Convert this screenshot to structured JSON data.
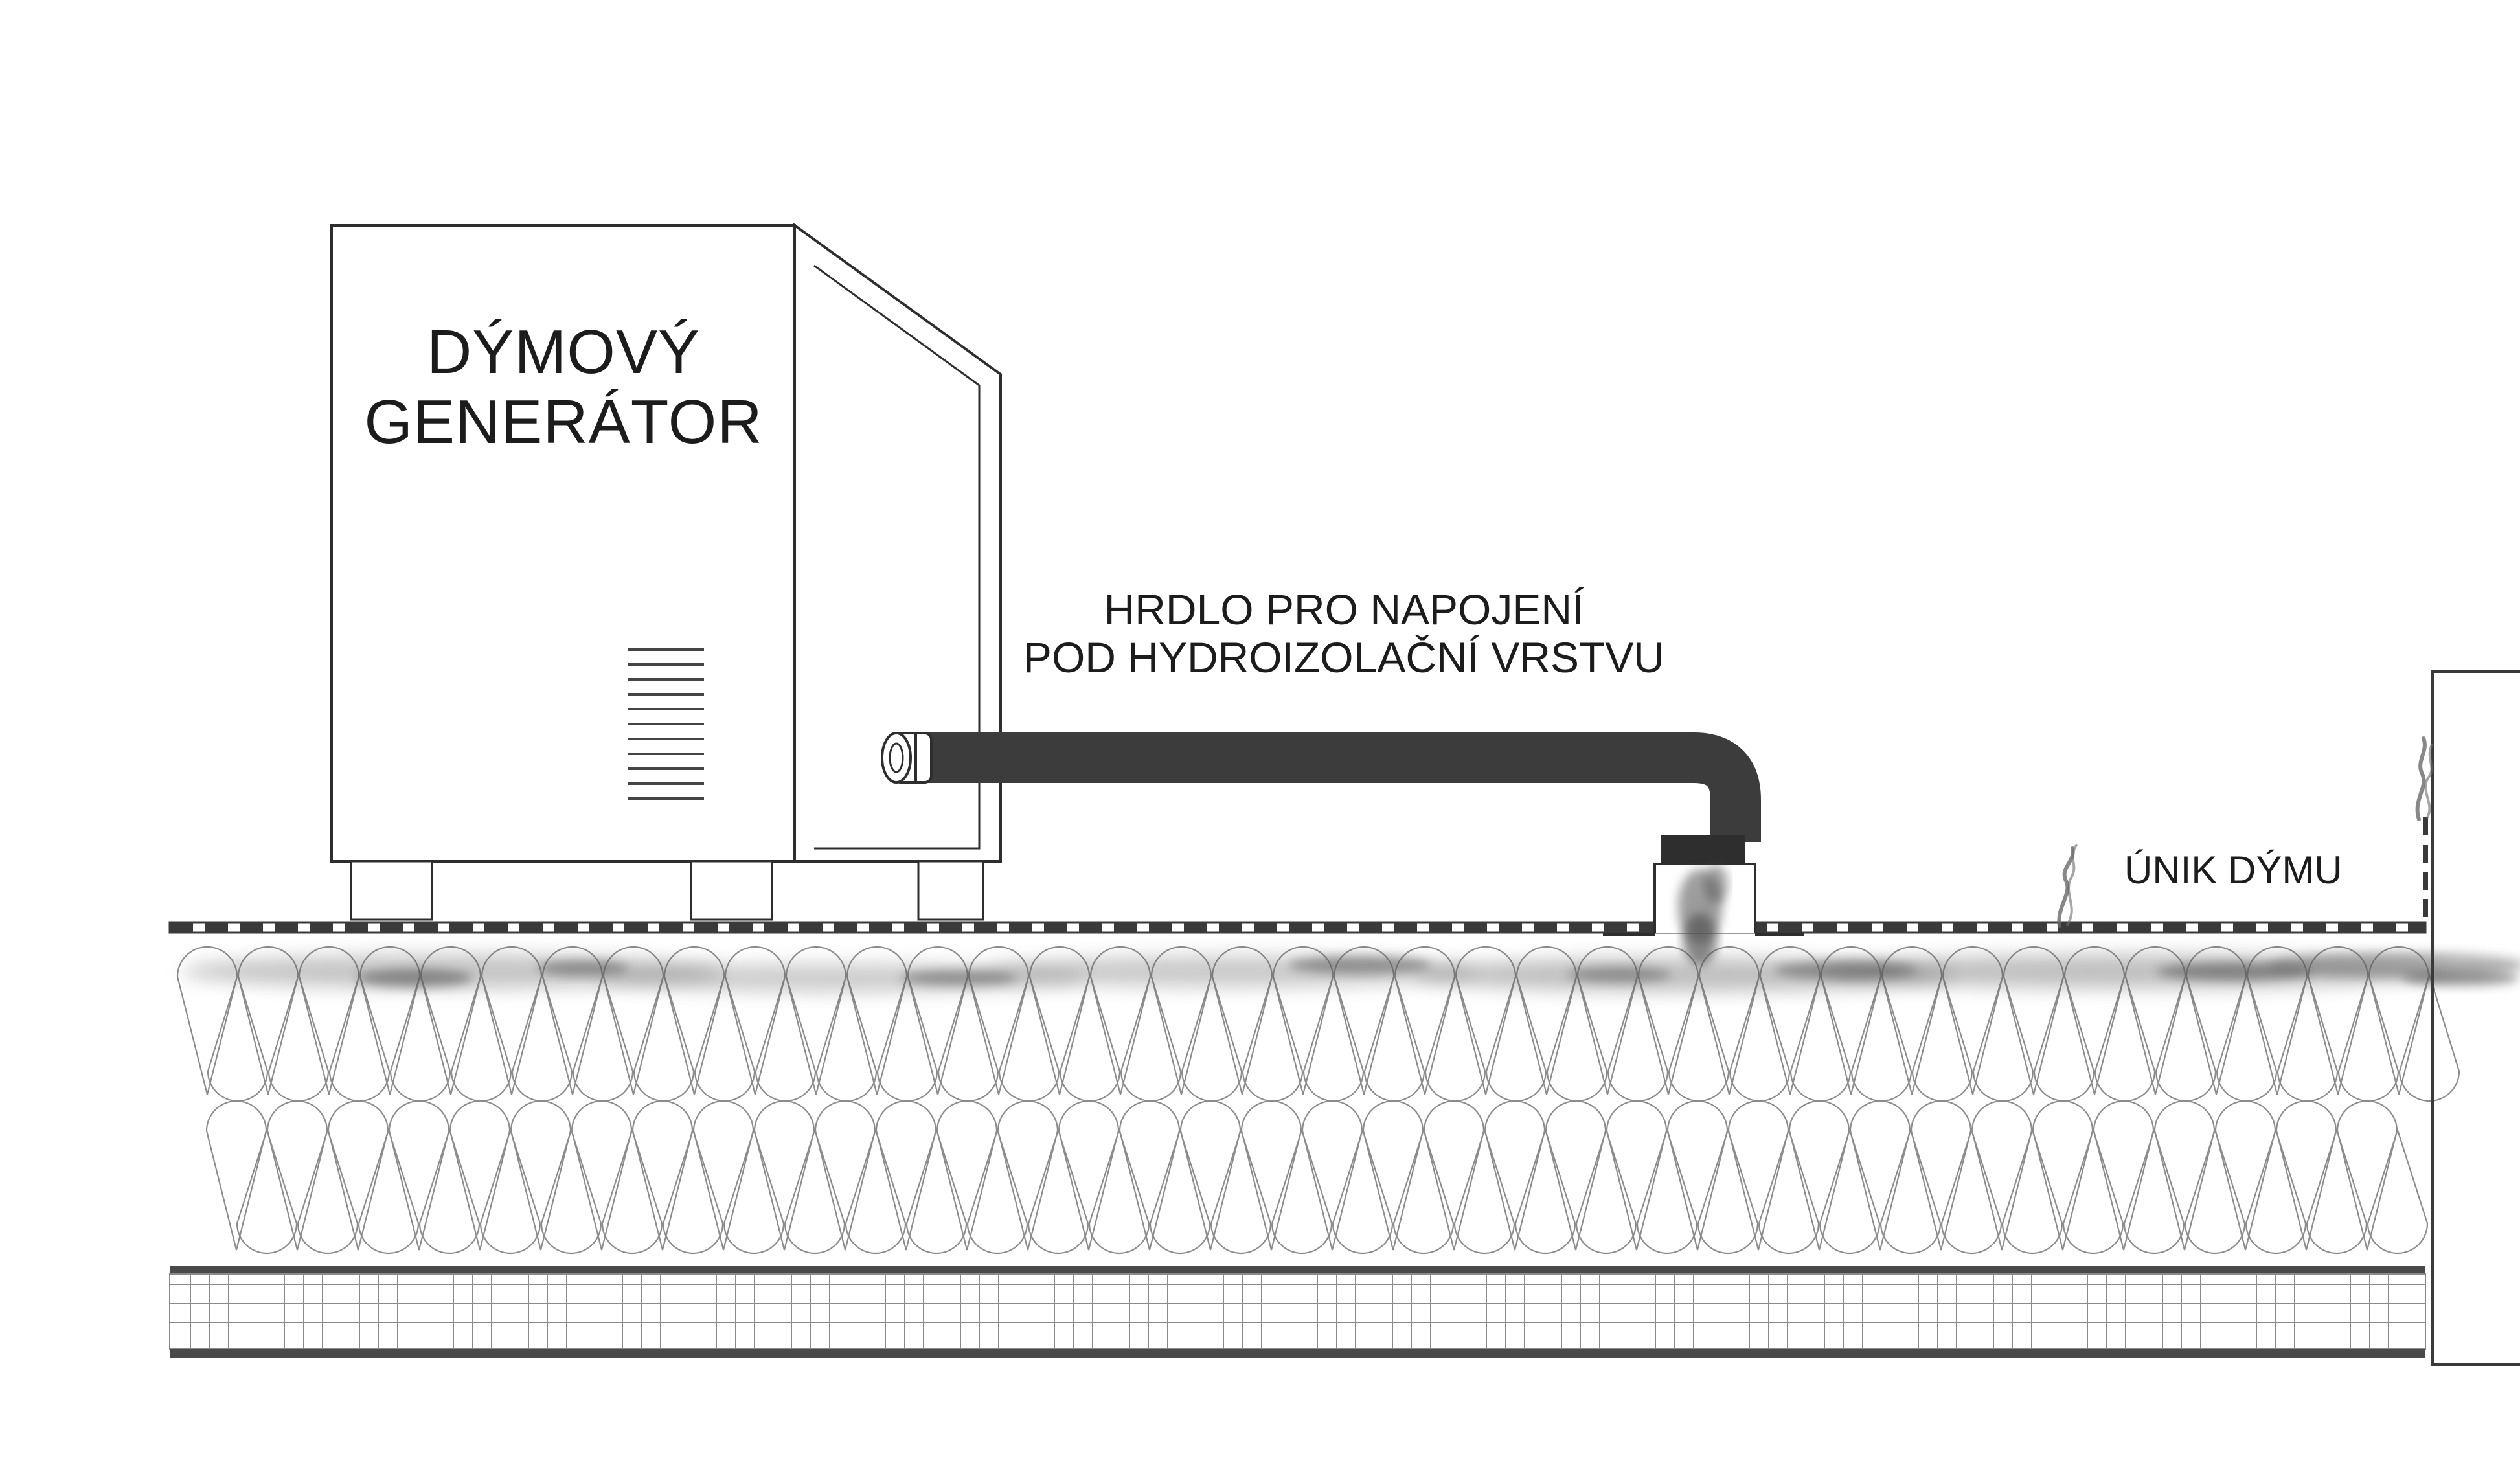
{
  "labels": {
    "generator": [
      "DÝMOVÝ",
      "GENERÁTOR"
    ],
    "nozzle": [
      "HRDLO PRO NAPOJENÍ",
      "POD HYDROIZOLAČNÍ VRSTVU"
    ],
    "leak": "ÚNIK DÝMU"
  },
  "colors": {
    "line": "#3a3a3a",
    "hose": "#3c3c3c",
    "smoke": "#5a5a5a",
    "background": "#ffffff"
  },
  "icons": [
    "smoke-generator-icon",
    "hose-icon",
    "smoke-wisp-icon"
  ]
}
